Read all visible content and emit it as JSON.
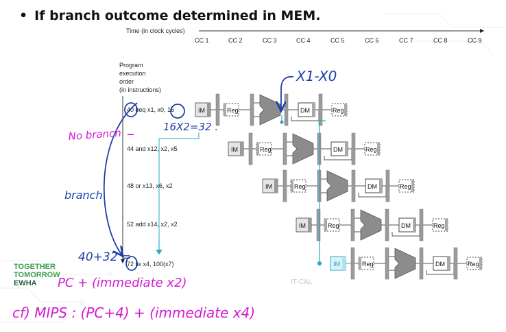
{
  "slide": {
    "title": "If branch outcome determined in MEM.",
    "bullet": "•",
    "footer_center": "IT-CAL"
  },
  "diagram": {
    "time_label": "Time (in clock cycles)",
    "clock_cycles": [
      "CC 1",
      "CC 2",
      "CC 3",
      "CC 4",
      "CC 5",
      "CC 6",
      "CC 7",
      "CC 8",
      "CC 9"
    ],
    "order_label": [
      "Program",
      "execution",
      "order",
      "(in instructions)"
    ],
    "instructions": [
      {
        "addr": "40",
        "text": "beq x1, x0, 16"
      },
      {
        "addr": "44",
        "text": "and x12, x2, x5"
      },
      {
        "addr": "48",
        "text": "or x13, x6, x2"
      },
      {
        "addr": "52",
        "text": "add x14, x2, x2"
      },
      {
        "addr": "72",
        "text": "lw x4, 100(x7)"
      }
    ],
    "stage_labels": {
      "im": "IM",
      "reg": "Reg",
      "dm": "DM"
    }
  },
  "logo": {
    "line1": "TOGETHER",
    "line2": "TOMORROW",
    "line3": "EWHA"
  },
  "annotations": {
    "x1_x0": "X1-X0",
    "calc": "16X2=32 .",
    "no_branch": "No branch",
    "branch": "branch",
    "addr_calc": "40+32 =",
    "pc_formula": "PC + (immediate x2)",
    "mips_formula": "cf) MIPS : (PC+4) + (immediate x4)"
  },
  "colors": {
    "alu_fill": "#8c8c8c",
    "bar_fill": "#9b9b9b",
    "hand_blue": "#1f3fa8",
    "hand_magenta": "#d21ad2",
    "cyan": "#2aa7c9",
    "logo_green": "#3c9e52"
  }
}
